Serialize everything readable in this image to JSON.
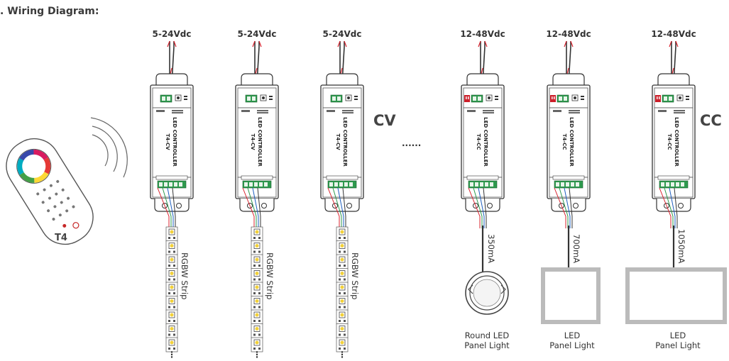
{
  "heading": ".  Wiring Diagram:",
  "remote_label": "T4",
  "cv_label": "CV",
  "cc_label": "CC",
  "ellipsis": "......",
  "strip_dots": "⋮",
  "controllers": [
    {
      "voltage": "5-24Vdc",
      "model": "T4-CV",
      "title": "LED CONTROLLER"
    },
    {
      "voltage": "5-24Vdc",
      "model": "T4-CV",
      "title": "LED CONTROLLER"
    },
    {
      "voltage": "5-24Vdc",
      "model": "T4-CV",
      "title": "LED CONTROLLER"
    },
    {
      "voltage": "12-48Vdc",
      "model": "T4-CC",
      "title": "LED CONTROLLER"
    },
    {
      "voltage": "12-48Vdc",
      "model": "T4-CC",
      "title": "LED CONTROLLER"
    },
    {
      "voltage": "12-48Vdc",
      "model": "T4-CC",
      "title": "LED CONTROLLER"
    }
  ],
  "strip_label": "RGBW Strip",
  "loads": [
    {
      "current": "350mA",
      "label_line1": "Round LED",
      "label_line2": "Panel Light"
    },
    {
      "current": "700mA",
      "label_line1": "LED",
      "label_line2": "Panel Light"
    },
    {
      "current": "1050mA",
      "label_line1": "LED",
      "label_line2": "Panel Light"
    }
  ],
  "colors": {
    "outline": "#333333",
    "terminal_green": "#2e9a4e",
    "wire_red": "#d9232e",
    "switch_red": "#cc1f2a",
    "panel_gray": "#bbbbbb"
  },
  "icons": [
    "remote-control-icon",
    "wireless-signal-icon",
    "led-controller-icon",
    "led-strip-icon",
    "round-panel-light-icon",
    "square-panel-light-icon"
  ]
}
